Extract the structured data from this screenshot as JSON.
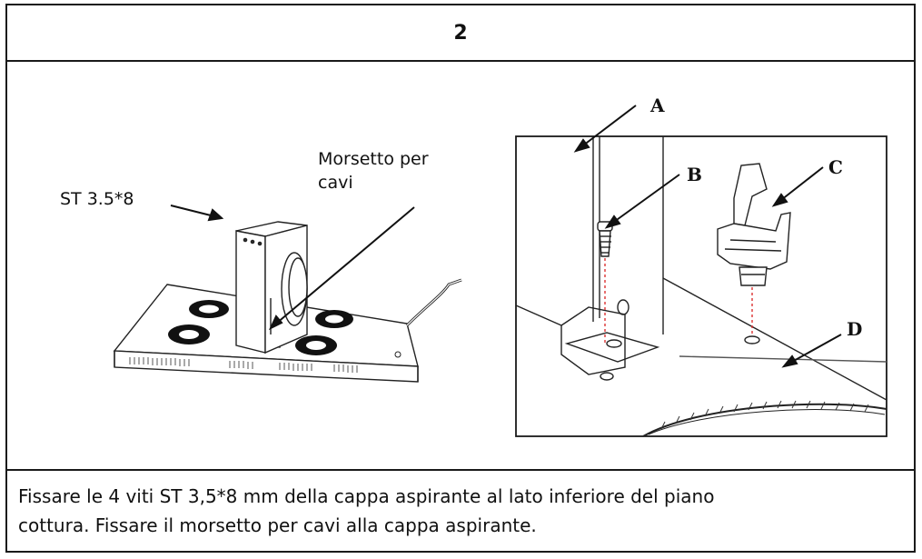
{
  "step": {
    "number": "2"
  },
  "left_figure": {
    "screw_label": "ST 3.5*8",
    "clamp_label_line1": "Morsetto per",
    "clamp_label_line2": "cavi"
  },
  "right_figure": {
    "callouts": [
      "A",
      "B",
      "C",
      "D"
    ]
  },
  "caption": {
    "line1": "Fissare le 4 viti ST 3,5*8 mm della cappa aspirante al lato inferiore del piano",
    "line2": "cottura. Fissare il morsetto per cavi alla cappa aspirante."
  }
}
